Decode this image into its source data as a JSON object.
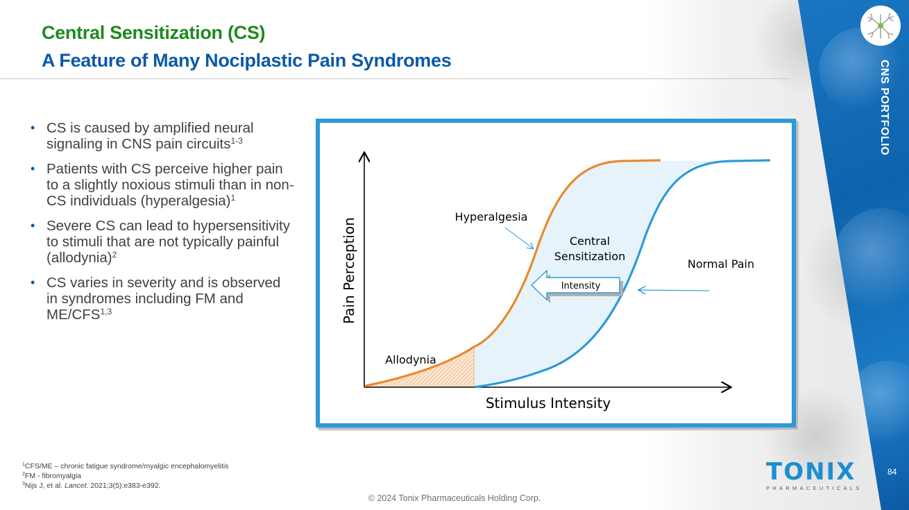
{
  "header": {
    "title_line1": "Central Sensitization (CS)",
    "title_line2": "A Feature of Many Nociplastic Pain Syndromes"
  },
  "sidebar": {
    "label": "CNS PORTFOLIO",
    "icon": "neuron-icon",
    "accent_color": "#1a76c2",
    "neuron_dot_color": "#7bc242"
  },
  "bullets": [
    {
      "text": "CS is caused by amplified neural signaling in CNS pain circuits",
      "sup": "1-3"
    },
    {
      "text": "Patients with CS perceive higher pain to a slightly noxious stimuli than in non-CS individuals (hyperalgesia)",
      "sup": "1"
    },
    {
      "text": "Severe CS can lead to hypersensitivity to stimuli that are not typically painful (allodynia)",
      "sup": "2"
    },
    {
      "text": "CS varies in severity and is observed in syndromes including FM and ME/CFS",
      "sup": "1,3"
    }
  ],
  "diagram": {
    "y_axis_label": "Pain Perception",
    "x_axis_label": "Stimulus Intensity",
    "labels": {
      "hyperalgesia": "Hyperalgesia",
      "central_line1": "Central",
      "central_line2": "Sensitization",
      "normal_pain": "Normal Pain",
      "intensity": "Intensity",
      "allodynia": "Allodynia"
    },
    "colors": {
      "cs_curve": "#e8892b",
      "normal_curve": "#2c9ad8",
      "shaded_region": "#e6f3fb",
      "frame": "#2c9ad8"
    }
  },
  "footnotes": [
    {
      "sup": "1",
      "text": "CFS/ME – chronic fatigue syndrome/myalgic encephalomyelitis"
    },
    {
      "sup": "2",
      "text": "FM - fibromyalgia"
    },
    {
      "sup": "3",
      "text_before": "Nijs J, et al. ",
      "italic": "Lancet",
      "text_after": ". 2021;3(5):e383-e392."
    }
  ],
  "footer": {
    "copyright": "© 2024 Tonix Pharmaceuticals Holding Corp.",
    "page_number": "84"
  },
  "brand": {
    "name": "TONIX",
    "subtitle": "PHARMACEUTICALS",
    "color": "#1b8fd0"
  }
}
